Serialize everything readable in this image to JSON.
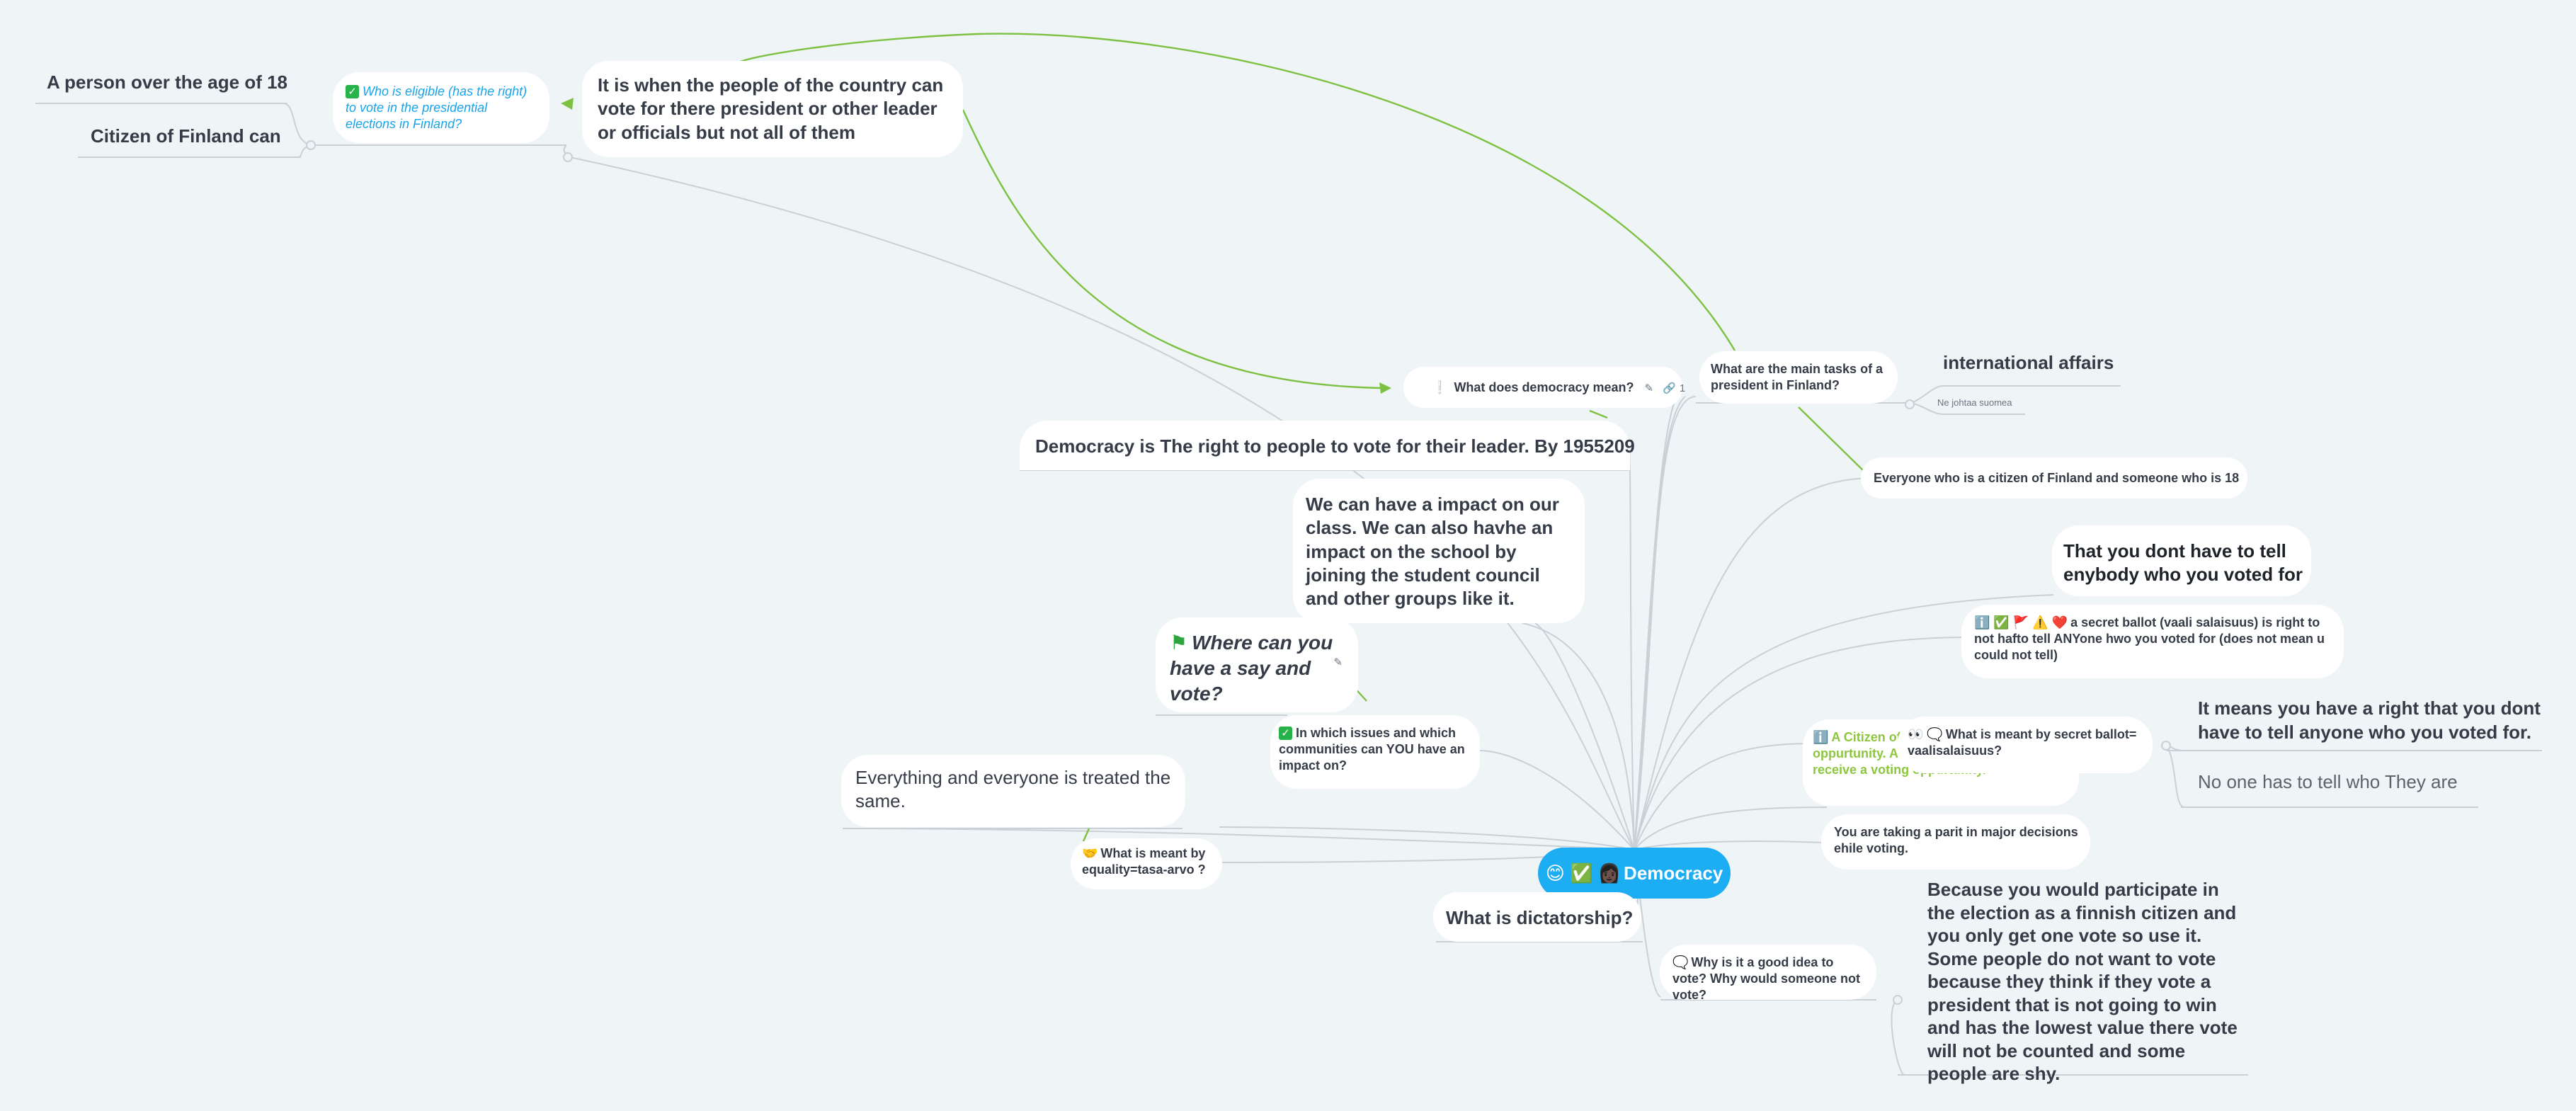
{
  "colors": {
    "background": "#eff4f6",
    "root_fill": "#1cadf2",
    "connector": "#c9d0d6",
    "relation_line": "#7dc142",
    "italic_blue": "#1aa3e8",
    "green_text": "#8dc63f"
  },
  "root": {
    "emoji": "😊 ✅ 👩🏿",
    "label": "Democracy"
  },
  "nodes": {
    "what_democracy": {
      "emoji": "❕",
      "label": "What does democracy mean?",
      "link_count": "1",
      "icons": [
        "note-icon",
        "link-icon"
      ]
    },
    "democracy_right": {
      "label": "Democracy is The right to people to vote for their leader. By 1955209"
    },
    "people_vote": {
      "label": "It is when the people of the country can vote for there president or other leader or officials but not all of them"
    },
    "who_eligible": {
      "label": "Who is eligible (has the right) to vote in the presidential elections in Finland?"
    },
    "person_18": {
      "label": "A person  over the age of 18"
    },
    "citizen_finland": {
      "label": "Citizen of  Finland  can"
    },
    "main_tasks": {
      "label": "What are the main tasks of a president in Finland?"
    },
    "international": {
      "label": "international affairs"
    },
    "ne_johtaa": {
      "label": "Ne johtaa suomea"
    },
    "everyone_citizen": {
      "label": "Everyone who is a citizen of Finland and someone who is 18"
    },
    "impact_class": {
      "label": "We can have a impact on our class. We can also havhe an impact on the school by joining the student council and other groups like it."
    },
    "where_say": {
      "label": "Where can you have a say and vote?"
    },
    "which_issues": {
      "label": "In which issues and which communities can YOU have an impact on?"
    },
    "everything_equal": {
      "label": "Everything and everyone is treated the same."
    },
    "equality": {
      "emoji": "🤝",
      "label": "What is meant by equality=tasa-arvo ?"
    },
    "dictatorship": {
      "label": "What is dictatorship?"
    },
    "dont_have_tell": {
      "label": "That you dont have to tell enybody who you voted for"
    },
    "secret_ballot_def": {
      "emoji": "ℹ️ ✅ 🚩 ⚠️ ❤️",
      "label": "a secret ballot (vaali salaisuus) is right to not hafto tell ANYone hwo you voted for (does not mean u could not tell)"
    },
    "citizen_voting": {
      "emoji": "ℹ️",
      "label": "A Citizen of Finland has a voting oppurtunity. A person must be 18 to receive a voting oppurtunity."
    },
    "secret_ballot_q": {
      "emoji": "👀 🗨️",
      "label": "What is meant by secret ballot= vaalisalaisuus?"
    },
    "means_right": {
      "label": "It means you have a right that you dont have to tell anyone who you voted for."
    },
    "no_one": {
      "label": "No one  has to tell who They are"
    },
    "major_decisions": {
      "label": "You are taking a parit in major decisions ehile voting."
    },
    "why_vote": {
      "emoji": "🗨️",
      "label": "Why is it a good idea to vote? Why would someone not vote?"
    },
    "because": {
      "label": "Because you would participate in the election as a finnish citizen and you only get one vote so use it. Some people do not want to vote because they think if they vote a president that is not going to win and has the lowest value there vote will not be counted and some people are shy."
    }
  }
}
